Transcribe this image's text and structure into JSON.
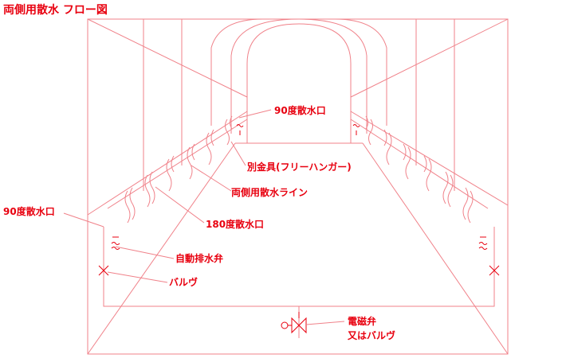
{
  "title": "両側用散水 フロー図",
  "colors": {
    "accent": "#e8000f",
    "line": "#f0828a",
    "background": "#ffffff"
  },
  "labels": {
    "nozzle_90_upper": "90度散水口",
    "hanger": "別金具(フリーハンガー)",
    "spray_line": "両側用散水ライン",
    "nozzle_90_left": "90度散水口",
    "nozzle_180": "180度散水口",
    "auto_drain": "自動排水弁",
    "valve": "バルヴ",
    "solenoid_line1": "電磁弁",
    "solenoid_line2": "又はバルヴ"
  },
  "icons": [
    "solenoid-valve-icon",
    "drain-valve-icon",
    "manual-valve-icon",
    "nozzle-icon"
  ]
}
